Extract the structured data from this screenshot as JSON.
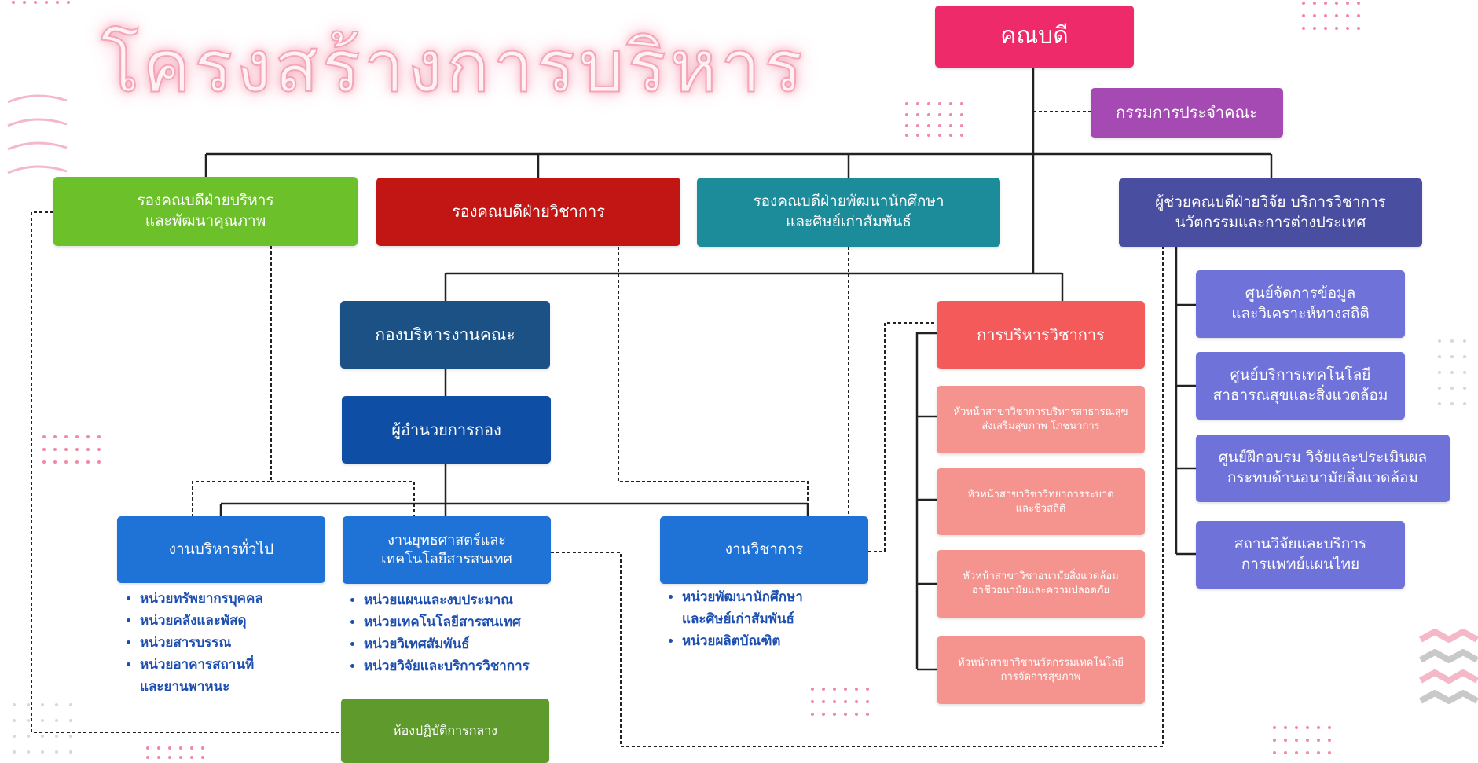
{
  "title": "โครงสร้างการบริหาร",
  "colors": {
    "dean": "#ef2a6a",
    "committee": "#a44ab2",
    "admin_vice": "#6cc12a",
    "academic_vice": "#c11614",
    "student_vice": "#1c8c9b",
    "research_assistant": "#4a4ea0",
    "division": "#1c5186",
    "division_director": "#0e4fa5",
    "unit": "#1f73d6",
    "lab": "#5e9a2c",
    "academic_admin": "#f55a5b",
    "branch_head": "#f5948f",
    "center": "#6f73d9",
    "line": "#222222",
    "decoration": "#f5b8c8"
  },
  "nodes": {
    "dean": "คณบดี",
    "committee": "กรรมการประจำคณะ",
    "admin_vice": "รองคณบดีฝ่ายบริหาร\nและพัฒนาคุณภาพ",
    "academic_vice": "รองคณบดีฝ่ายวิชาการ",
    "student_vice": "รองคณบดีฝ่ายพัฒนานักศึกษา\nและศิษย์เก่าสัมพันธ์",
    "research_assistant": "ผู้ช่วยคณบดีฝ่ายวิจัย บริการวิชาการ\nนวัตกรรมและการต่างประเทศ",
    "division": "กองบริหารงานคณะ",
    "division_director": "ผู้อำนวยการกอง",
    "general_admin": "งานบริหารทั่วไป",
    "strategy_it": "งานยุทธศาสตร์และ\nเทคโนโลยีสารสนเทศ",
    "academic_work": "งานวิชาการ",
    "central_lab": "ห้องปฏิบัติการกลาง",
    "academic_admin": "การบริหารวิชาการ",
    "branch_heads": [
      "หัวหน้าสาขาวิชาการบริหารสาธารณสุข\nส่งเสริมสุขภาพ โภชนาการ",
      "หัวหน้าสาขาวิชาวิทยาการระบาด\nและชีวสถิติ",
      "หัวหน้าสาขาวิชาอนามัยสิ่งแวดล้อม\nอาชีวอนามัยและความปลอดภัย",
      "หัวหน้าสาขาวิชานวัตกรรมเทคโนโลยี\nการจัดการสุขภาพ"
    ],
    "centers": [
      "ศูนย์จัดการข้อมูล\nและวิเคราะห์ทางสถิติ",
      "ศูนย์บริการเทคโนโลยี\nสาธารณสุขและสิ่งแวดล้อม",
      "ศูนย์ฝึกอบรม วิจัยและประเมินผล\nกระทบด้านอนามัยสิ่งแวดล้อม",
      "สถานวิจัยและบริการ\nการแพทย์แผนไทย"
    ]
  },
  "lists": {
    "general_admin_units": [
      "หน่วยทรัพยากรบุคคล",
      "หน่วยคลังและพัสดุ",
      "หน่วยสารบรรณ",
      "หน่วยอาคารสถานที่\nและยานพาหนะ"
    ],
    "strategy_it_units": [
      "หน่วยแผนและงบประมาณ",
      "หน่วยเทคโนโลยีสารสนเทศ",
      "หน่วยวิเทศสัมพันธ์",
      "หน่วยวิจัยและบริการวิชาการ"
    ],
    "academic_units": [
      "หน่วยพัฒนานักศึกษา\nและศิษย์เก่าสัมพันธ์",
      "หน่วยผลิตบัณฑิต"
    ]
  }
}
